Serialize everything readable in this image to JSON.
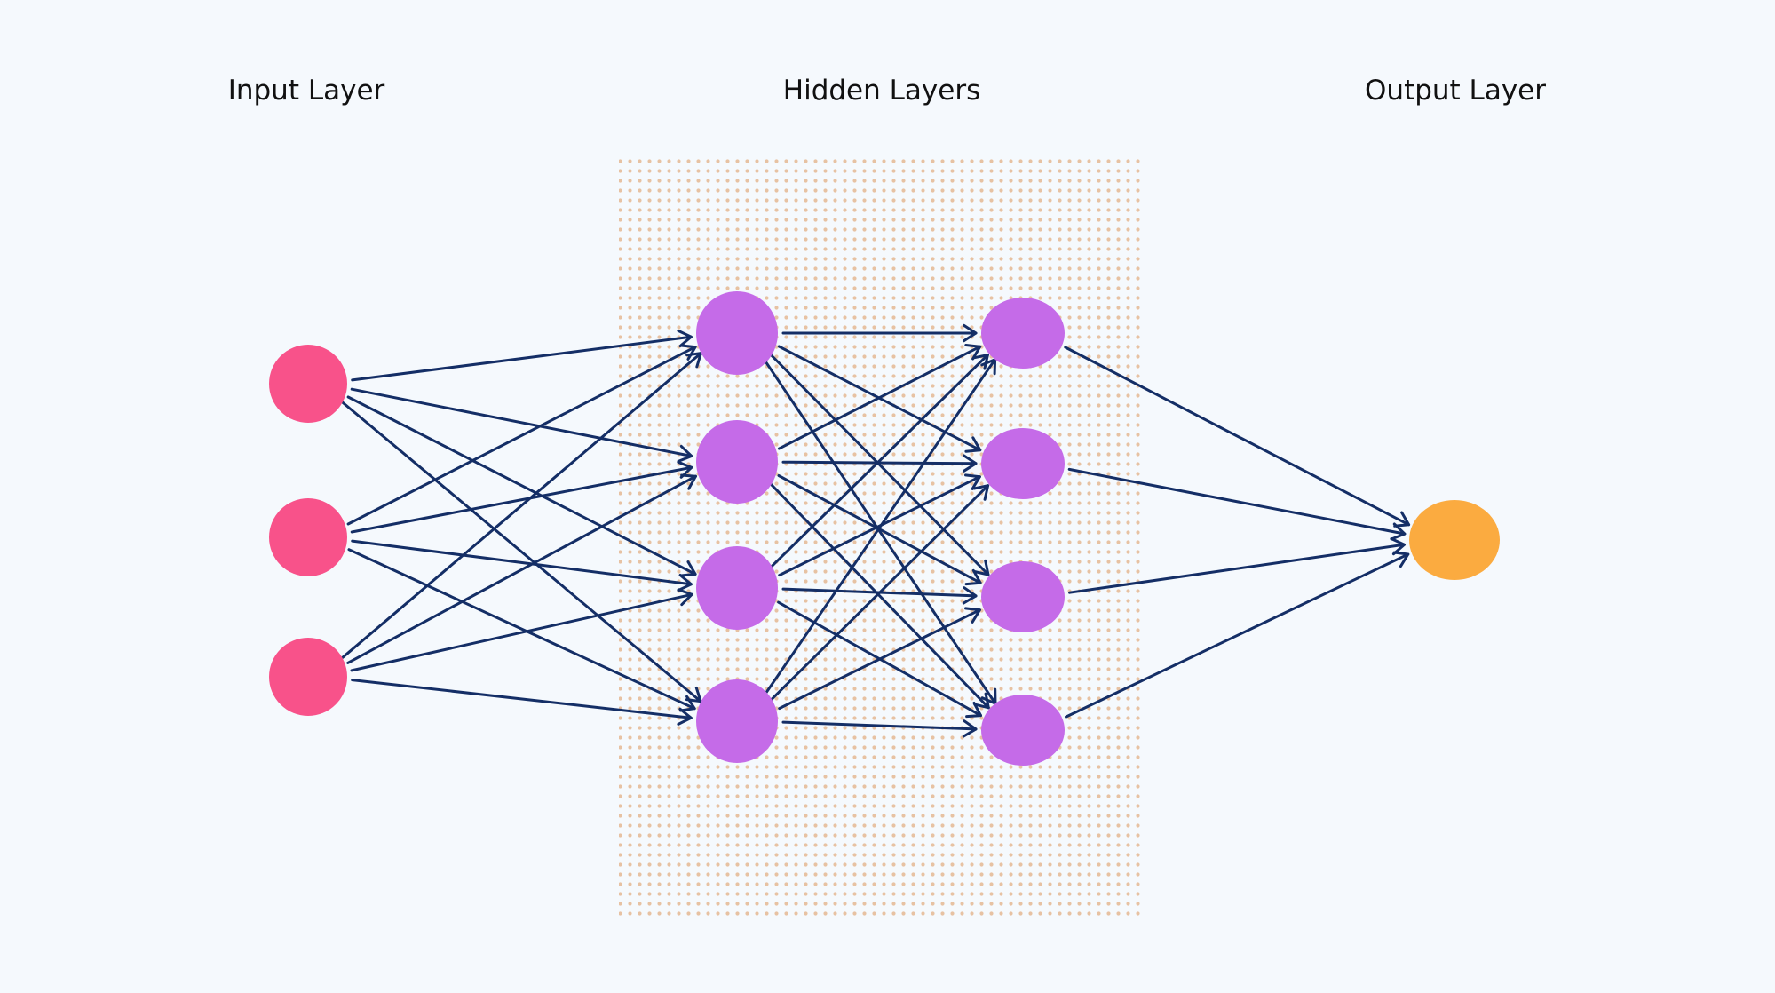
{
  "labels": {
    "input": "Input Layer",
    "hidden": "Hidden Layers",
    "output": "Output Layer"
  },
  "network": {
    "layers": [
      {
        "role": "input",
        "nodes": 3
      },
      {
        "role": "hidden",
        "nodes": 4
      },
      {
        "role": "hidden",
        "nodes": 4
      },
      {
        "role": "output",
        "nodes": 1
      }
    ],
    "fully_connected": true
  },
  "colors": {
    "background": "#f5f9fd",
    "input_node": "#f8528a",
    "hidden_node": "#c56be8",
    "output_node": "#fbab40",
    "edge": "#142e66",
    "hidden_dots": "#e7c2a3"
  }
}
